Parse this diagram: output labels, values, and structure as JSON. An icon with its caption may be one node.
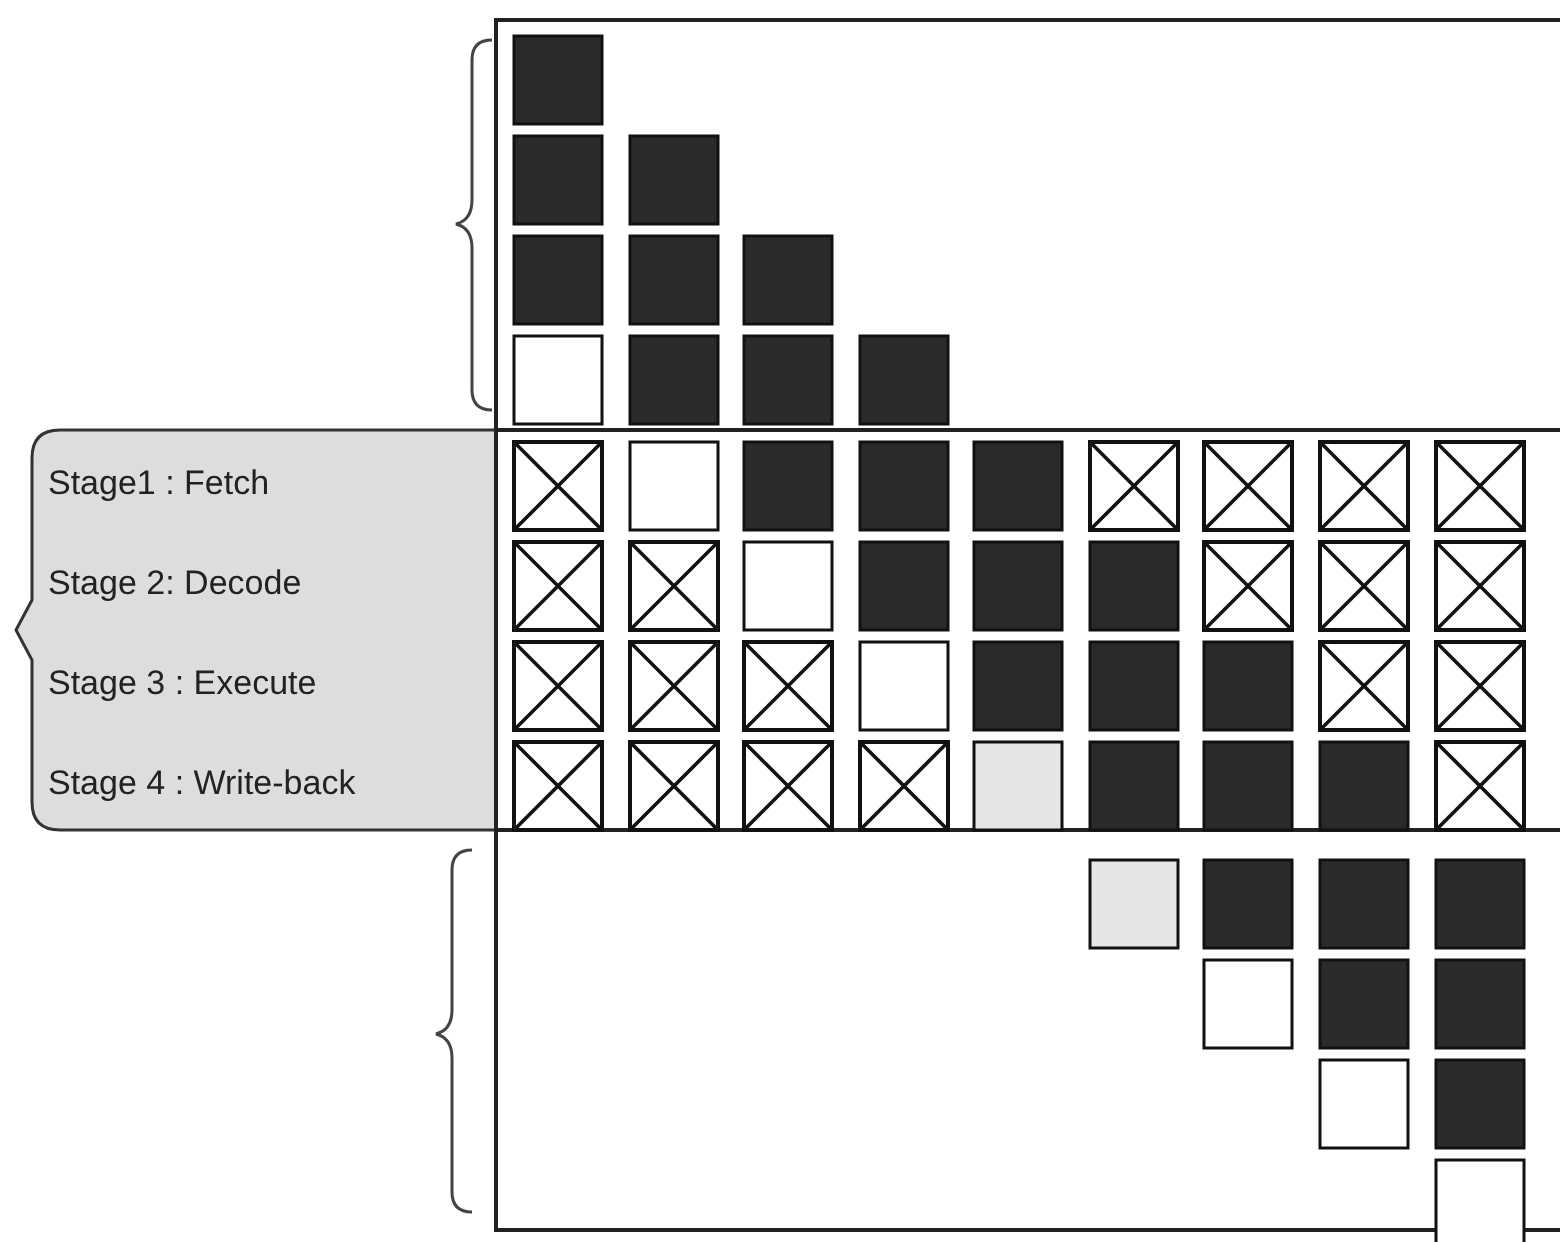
{
  "diagram": {
    "labels": [
      "Stage1 : Fetch",
      "Stage 2: Decode",
      "Stage 3 : Execute",
      "Stage 4 : Write-back"
    ]
  }
}
